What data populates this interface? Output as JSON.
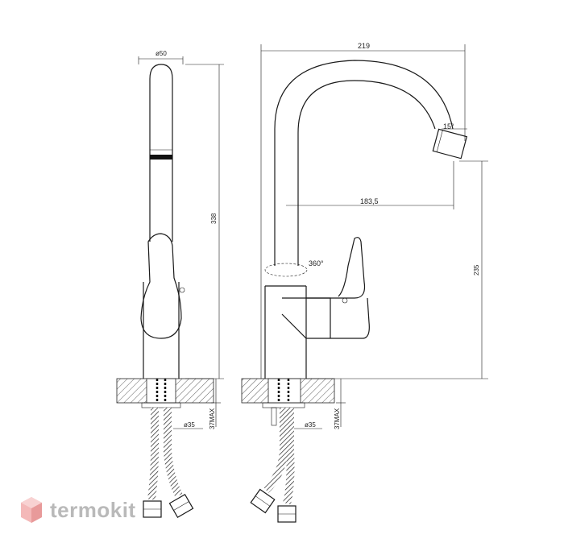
{
  "logo": {
    "text": "termokit",
    "icon": "hexagon-cube-icon",
    "color": "#b9b9b9",
    "accent": "#e8a0a0"
  },
  "front_view": {
    "top_diameter": "ø50",
    "height": "338",
    "hose_diameter": "ø35",
    "mount_thickness": "37MAX"
  },
  "side_view": {
    "width": "219",
    "angle": "15°",
    "reach": "183,5",
    "rotation": "360°",
    "spout_height": "235",
    "hose_diameter": "ø35",
    "mount_thickness": "37MAX"
  }
}
